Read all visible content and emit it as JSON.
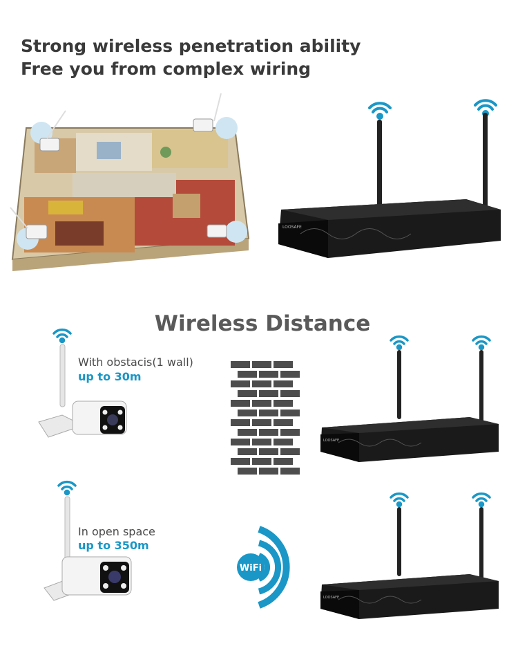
{
  "header": {
    "line1": "Strong wireless penetration ability",
    "line2": "Free you from complex wiring"
  },
  "section": {
    "title": "Wireless Distance"
  },
  "obstacle_case": {
    "label": "With obstacis(1 wall)",
    "range": "up to 30m"
  },
  "open_case": {
    "label": "In open space",
    "range": "up to 350m"
  },
  "wifi_badge": {
    "text": "WiFi"
  },
  "nvr_brand": "LOOSAFE",
  "colors": {
    "accent_blue": "#1a97c6",
    "wall_gray": "#4d4d4d",
    "nvr_black": "#111111"
  }
}
